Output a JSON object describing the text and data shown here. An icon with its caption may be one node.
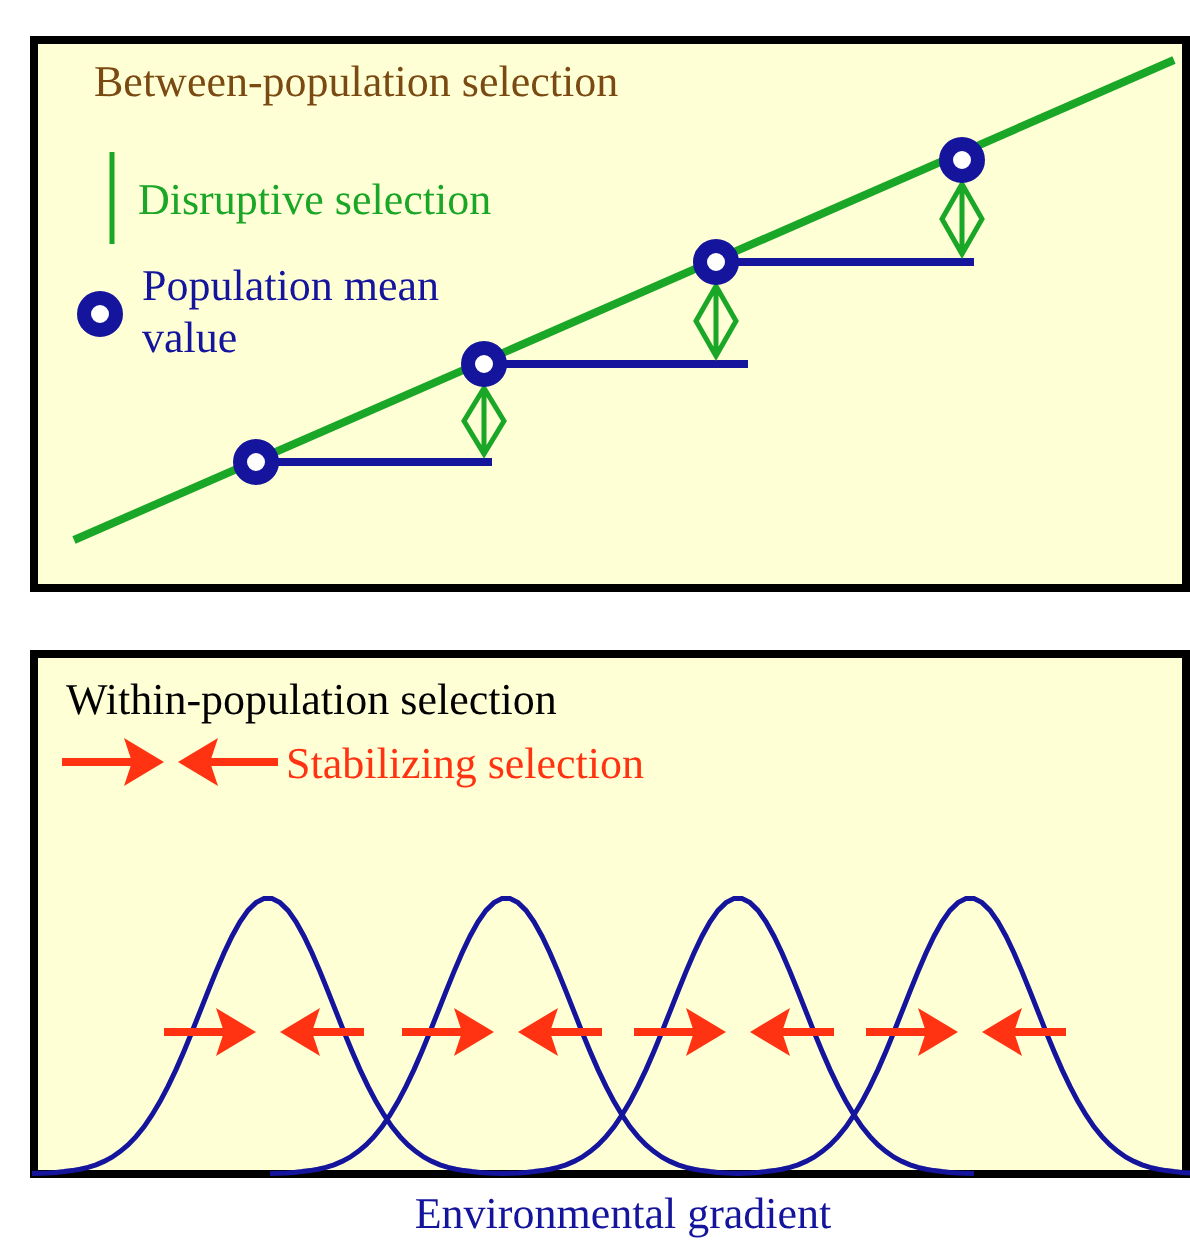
{
  "diagram": {
    "nodes": [
      {
        "text": [
          "Between-population selection"
        ]
      },
      {
        "text": [
          "Within-population selection"
        ]
      }
    ],
    "labels": [
      "Environmental gradient"
    ],
    "legend": [
      {
        "text": "Disruptive selection"
      },
      {
        "text": "Population mean value"
      },
      {
        "text": "Stabilizing selection"
      }
    ]
  }
}
